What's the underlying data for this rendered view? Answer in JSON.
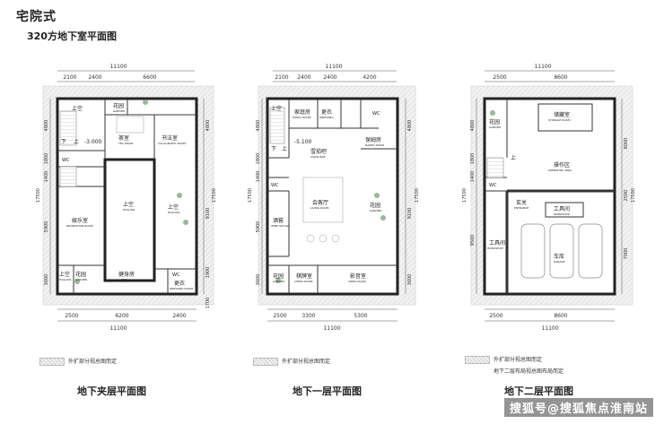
{
  "page": {
    "title": "宅院式",
    "subtitle": "320方地下室平面图"
  },
  "plans": [
    {
      "name": "地下夹层平面图",
      "top_total": "11100",
      "top_dims": [
        "2100",
        "2400",
        "6600"
      ],
      "bottom_dims": [
        "2500",
        "6200",
        "2400"
      ],
      "bottom_total": "11100",
      "left_dims": [
        "4800",
        "1800",
        "1400",
        "5900",
        "3600"
      ],
      "left_total": "17500",
      "right_dims": [
        "4800",
        "9100",
        "1900",
        "1700"
      ],
      "right_total": "17500",
      "rooms": [
        {
          "cn": "上空",
          "en": ""
        },
        {
          "cn": "花园",
          "en": "GARDEN"
        },
        {
          "cn": "茶室",
          "en": "TEA ROOM"
        },
        {
          "cn": "书法室",
          "en": "CALLIGRAPHY ROOM"
        },
        {
          "cn": "上空",
          "en": "HOLLOW"
        },
        {
          "cn": "上空",
          "en": "HOLLOW"
        },
        {
          "cn": "娱乐室",
          "en": "RECREATION ROOM"
        },
        {
          "cn": "上空",
          "en": "HOLLOW"
        },
        {
          "cn": "花园",
          "en": "GARDEN"
        },
        {
          "cn": "健身房",
          "en": "GYM"
        },
        {
          "cn": "更衣",
          "en": "DRESSING ROOM"
        }
      ],
      "labels": {
        "wc": "WC",
        "level": "-3.000",
        "down1": "下",
        "down2": "上"
      }
    },
    {
      "name": "地下一层平面图",
      "top_total": "11100",
      "top_dims": [
        "2100",
        "2400",
        "2400",
        "4200"
      ],
      "bottom_dims": [
        "2500",
        "3300",
        "5300"
      ],
      "bottom_total": "11100",
      "left_dims": [
        "4800",
        "1800",
        "1400",
        "5900",
        "3600"
      ],
      "left_total": "17500",
      "right_dims": [
        "4800",
        "9100",
        "3600"
      ],
      "right_total": "17500",
      "rooms": [
        {
          "cn": "上空",
          "en": ""
        },
        {
          "cn": "家庭房",
          "en": "FAMILY ROOM"
        },
        {
          "cn": "更衣",
          "en": "DRESSING"
        },
        {
          "cn": "雪茄吧",
          "en": "CIGAR BAR"
        },
        {
          "cn": "保姆房",
          "en": "NANNY ROOM"
        },
        {
          "cn": "会客厅",
          "en": "LIVING ROOM"
        },
        {
          "cn": "花园",
          "en": "GARDEN"
        },
        {
          "cn": "酒窖",
          "en": "WINE CELLAR"
        },
        {
          "cn": "花园",
          "en": "GARDEN"
        },
        {
          "cn": "棋牌室",
          "en": "CHESS ROOM"
        },
        {
          "cn": "影音室",
          "en": "VIDEO ROOM"
        }
      ],
      "labels": {
        "wc": "WC",
        "level": "-5.100",
        "down1": "下",
        "down2": "上"
      }
    },
    {
      "name": "地下二层平面图",
      "top_total": "11100",
      "top_dims": [
        "2500",
        "8600"
      ],
      "bottom_dims": [
        "2500",
        "8600"
      ],
      "bottom_total": "11100",
      "left_dims": [
        "4800",
        "1800",
        "1400",
        "9500"
      ],
      "left_total": "17500",
      "right_dims": [
        "8000",
        "2500",
        "7000"
      ],
      "right_total": "17500",
      "rooms": [
        {
          "cn": "花园",
          "en": "GARDEN"
        },
        {
          "cn": "储藏室",
          "en": "STORAGE ROOM"
        },
        {
          "cn": "操作区",
          "en": "OPERATING AREA"
        },
        {
          "cn": "玄关",
          "en": "ENTRANCE"
        },
        {
          "cn": "工具间",
          "en": "WORKSHOP"
        },
        {
          "cn": "工具间",
          "en": "WORKSHOP"
        },
        {
          "cn": "车库",
          "en": "GARAGE"
        }
      ],
      "labels": {
        "wc": "WC",
        "level": "",
        "down1": "",
        "down2": "上"
      }
    }
  ],
  "legend": {
    "text": "外扩部分视总图而定"
  },
  "note": {
    "text": "地下二层布局视总图布局而定"
  },
  "watermark": "搜狐号@搜狐焦点淮南站"
}
